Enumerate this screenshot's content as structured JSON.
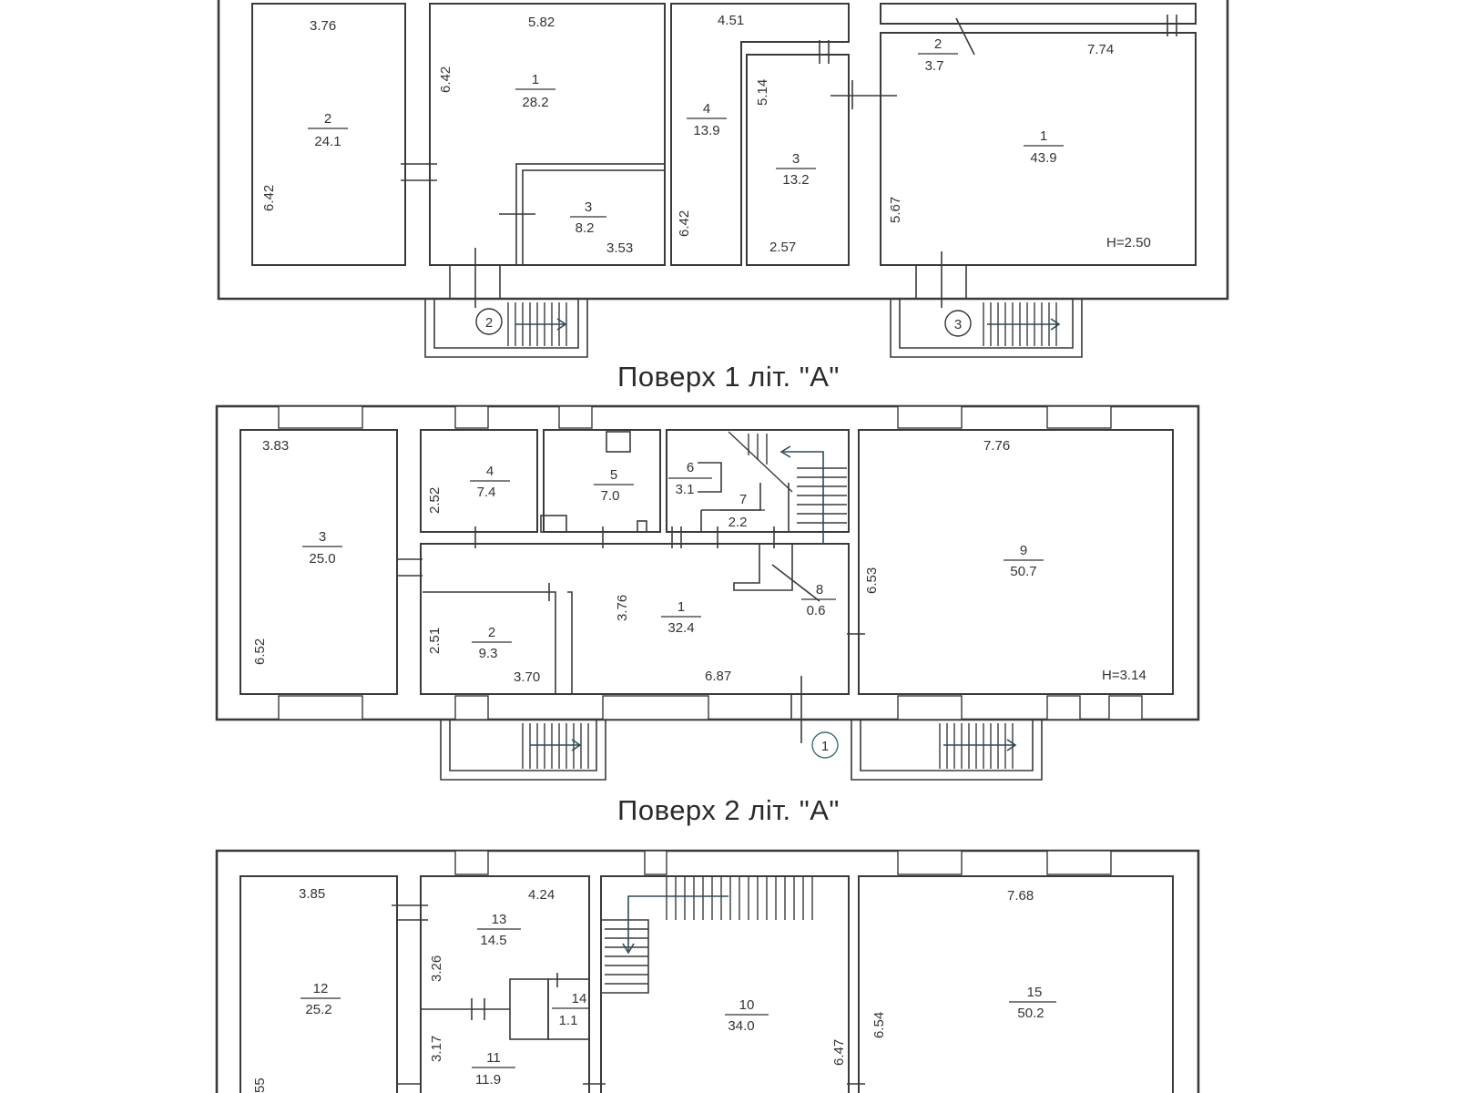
{
  "floor1": {
    "title": "Поверх 1 літ. \"А\"",
    "height": "H=2.50",
    "rooms": [
      {
        "num": "2",
        "area": "24.1"
      },
      {
        "num": "1",
        "area": "28.2"
      },
      {
        "num": "3",
        "area": "8.2"
      },
      {
        "num": "4",
        "area": "13.9"
      },
      {
        "num": "3",
        "area": "13.2"
      },
      {
        "num": "1",
        "area": "43.9"
      },
      {
        "num": "2",
        "area": "3.7"
      }
    ],
    "dims": [
      "3.76",
      "6.42",
      "5.82",
      "6.42",
      "3.53",
      "4.51",
      "6.42",
      "5.14",
      "2.57",
      "7.74",
      "5.67"
    ],
    "entrances": [
      "2",
      "3"
    ]
  },
  "floor2": {
    "title": "Поверх 2 літ. \"А\"",
    "height": "H=3.14",
    "rooms": [
      {
        "num": "3",
        "area": "25.0"
      },
      {
        "num": "4",
        "area": "7.4"
      },
      {
        "num": "5",
        "area": "7.0"
      },
      {
        "num": "6",
        "area": "3.1"
      },
      {
        "num": "7",
        "area": "2.2"
      },
      {
        "num": "9",
        "area": "50.7"
      },
      {
        "num": "1",
        "area": "32.4"
      },
      {
        "num": "2",
        "area": "9.3"
      },
      {
        "num": "8",
        "area": "0.6"
      }
    ],
    "dims": [
      "3.83",
      "6.52",
      "2.52",
      "2.51",
      "3.70",
      "3.76",
      "6.87",
      "7.76",
      "6.53"
    ],
    "entrances": [
      "1"
    ]
  },
  "floor3": {
    "rooms": [
      {
        "num": "12",
        "area": "25.2"
      },
      {
        "num": "13",
        "area": "14.5"
      },
      {
        "num": "14",
        "area": "1.1"
      },
      {
        "num": "11",
        "area": "11.9"
      },
      {
        "num": "10",
        "area": "34.0"
      },
      {
        "num": "15",
        "area": "50.2"
      }
    ],
    "dims": [
      "3.85",
      "4.24",
      "3.26",
      "3.17",
      "6.47",
      "7.68",
      "6.54",
      "55"
    ]
  }
}
